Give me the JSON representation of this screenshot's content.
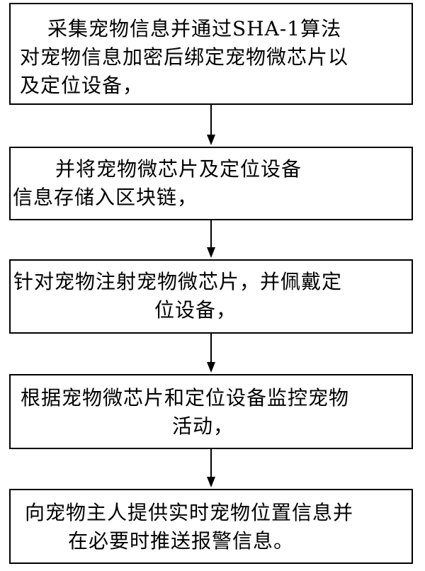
{
  "flowchart": {
    "steps": [
      {
        "lines": [
          "采集宠物信息并通过SHA-1算法",
          "对宠物信息加密后绑定宠物微芯片以",
          "及定位设备，"
        ]
      },
      {
        "lines": [
          "并将宠物微芯片及定位设备",
          "信息存储入区块链，"
        ]
      },
      {
        "lines": [
          "针对宠物注射宠物微芯片，并佩戴定",
          "位设备，"
        ]
      },
      {
        "lines": [
          "根据宠物微芯片和定位设备监控宠物",
          "活动，"
        ]
      },
      {
        "lines": [
          "向宠物主人提供实时宠物位置信息并",
          "在必要时推送报警信息。"
        ]
      }
    ],
    "colors": {
      "border": "#000000",
      "text": "#000000",
      "background": "#ffffff"
    }
  }
}
